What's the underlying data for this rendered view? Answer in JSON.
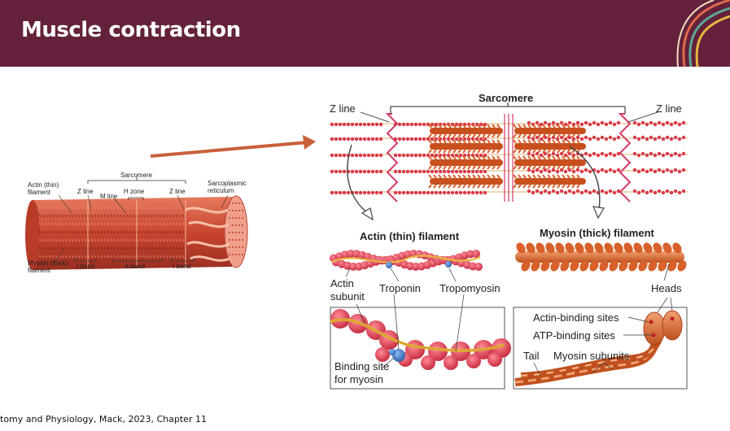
{
  "slide": {
    "title": "Muscle contraction",
    "caption": "tomy and Physiology, Mack, 2023, Chapter 11"
  },
  "small_diagram": {
    "sarcomere": "Sarcomere",
    "actin_filament": "Actin (thin) filament",
    "z_line_left": "Z line",
    "m_line": "M line",
    "h_zone": "H zone",
    "z_line_right": "Z line",
    "sarcoplasmic_reticulum": "Sarcoplasmic reticulum",
    "myosin_filament": "Myosin (thick) filament",
    "i_band_left": "I band",
    "a_band": "A band",
    "i_band_right": "I band"
  },
  "large_diagram": {
    "sarcomere": "Sarcomere",
    "z_line_left": "Z line",
    "z_line_right": "Z line",
    "actin_heading": "Actin (thin) filament",
    "myosin_heading": "Myosin (thick) filament",
    "actin_subunit": "Actin subunit",
    "troponin": "Troponin",
    "tropomyosin": "Tropomyosin",
    "heads": "Heads",
    "binding_site": "Binding site for myosin",
    "actin_binding_sites": "Actin-binding sites",
    "atp_binding_sites": "ATP-binding sites",
    "tail": "Tail",
    "myosin_subunits": "Myosin subunits"
  },
  "colors": {
    "header": "#63213b",
    "arrow": "#c8603a",
    "muscle": "#c84a34",
    "actin_red": "#d93a4a",
    "troponin_blue": "#3a78c8",
    "tropomyosin_yellow": "#e8b840",
    "z_line": "#d23c64"
  }
}
